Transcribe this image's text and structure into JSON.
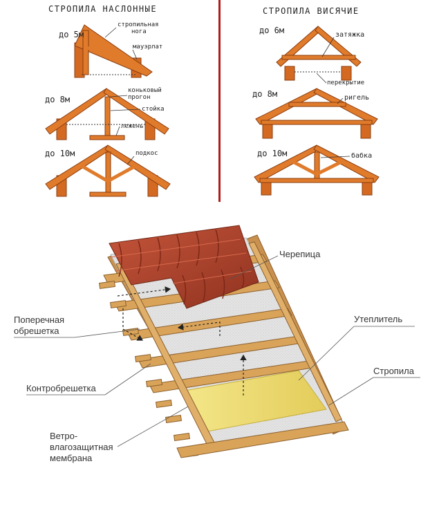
{
  "top": {
    "left_panel": {
      "title": "СТРОПИЛА НАСЛОННЫЕ",
      "spans": [
        "до 5м",
        "до 8м",
        "до 10м"
      ],
      "labels": {
        "rafter_leg": [
          "стропильная",
          "нога"
        ],
        "mauerlat": "мауэрлат",
        "ridge": [
          "коньковый",
          "прогон"
        ],
        "post": "стойка",
        "beam": "лежень",
        "strut": "подкос"
      }
    },
    "right_panel": {
      "title": "СТРОПИЛА ВИСЯЧИЕ",
      "spans": [
        "до 6м",
        "до 8м",
        "до 10м"
      ],
      "labels": {
        "tie": "затяжка",
        "floor": "перекрытие",
        "collar": "ригель",
        "king_post": "бабка"
      }
    },
    "divider_color": "#b01a1a",
    "wood_color": "#e07b2c"
  },
  "bottom": {
    "labels": {
      "tile": "Черепица",
      "batten": [
        "Поперечная",
        "обрешетка"
      ],
      "counter": "Контробрешетка",
      "membrane": [
        "Ветро-",
        "влагозащитная",
        "мембрана"
      ],
      "insulation": "Утеплитель",
      "rafters": "Стропила"
    },
    "colors": {
      "tile": "#b5452d",
      "wood": "#d9a45a",
      "membrane": "#e3e3e3",
      "insulation": "#f0df75"
    }
  }
}
